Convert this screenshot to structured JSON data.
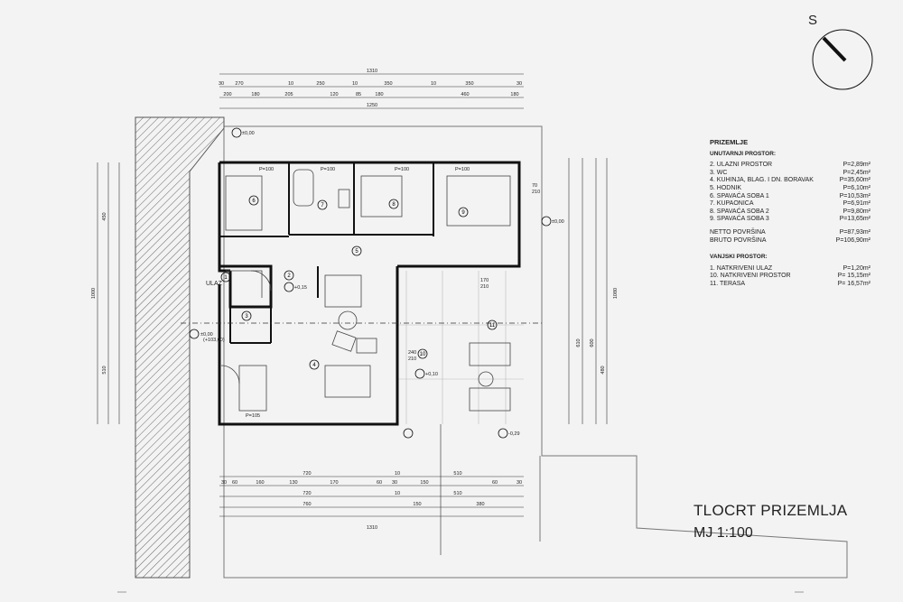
{
  "title": "TLOCRT PRIZEMLJA",
  "scale": "MJ 1:100",
  "north_letter": "S",
  "legend": {
    "heading": "PRIZEMLJE",
    "inner_heading": "UNUTARNJI PROSTOR:",
    "inner_items": [
      {
        "name": "2. ULAZNI PROSTOR",
        "area": "P=2,89m²"
      },
      {
        "name": "3. WC",
        "area": "P=2,45m²"
      },
      {
        "name": "4. KUHINJA, BLAG. I DN. BORAVAK",
        "area": "P=35,60m²"
      },
      {
        "name": "5. HODNIK",
        "area": "P=6,10m²"
      },
      {
        "name": "6. SPAVAĆA SOBA 1",
        "area": "P=10,53m²"
      },
      {
        "name": "7. KUPAONICA",
        "area": "P=6,91m²"
      },
      {
        "name": "8. SPAVAĆA SOBA 2",
        "area": "P=9,80m²"
      },
      {
        "name": "9. SPAVAĆA SOBA 3",
        "area": "P=13,65m²"
      }
    ],
    "netto": {
      "name": "NETTO POVRŠINA",
      "area": "P=87,93m²"
    },
    "brutto": {
      "name": "BRUTO POVRŠINA",
      "area": "P=106,90m²"
    },
    "outer_heading": "VANJSKI PROSTOR:",
    "outer_items": [
      {
        "name": "1. NATKRIVENI ULAZ",
        "area": "P=1,20m²"
      },
      {
        "name": "10. NATKRIVENI PROSTOR",
        "area": "P= 15,15m²"
      },
      {
        "name": "11. TERASA",
        "area": "P= 16,57m²"
      }
    ]
  },
  "plan": {
    "room_numbers": [
      "1",
      "2",
      "3",
      "4",
      "5",
      "6",
      "7",
      "8",
      "9",
      "10",
      "11"
    ],
    "ulaz_label": "ULAZ",
    "levels": [
      "±0,00",
      "±0,00",
      "±0,00",
      "+0,15",
      "+0,10",
      "+0,10",
      "-0,29",
      "(+103,60)"
    ],
    "parapets": [
      "P=100",
      "P=100",
      "P=100",
      "P=100",
      "P=105"
    ],
    "dims_top_total": "1310",
    "dims_top_row1": [
      "30",
      "270",
      "10",
      "250",
      "10",
      "350",
      "10",
      "350",
      "30"
    ],
    "dims_top_row2": [
      "200",
      "180",
      "205",
      "120",
      "85",
      "180",
      "460",
      "180"
    ],
    "dims_top_row3": "1250",
    "dims_bottom_row1": [
      "720",
      "10",
      "510"
    ],
    "dims_bottom_row2": [
      "30",
      "60",
      "160",
      "130",
      "170",
      "60",
      "30",
      "150",
      "60",
      "30"
    ],
    "dims_bottom_row3": [
      "720",
      "10",
      "510"
    ],
    "dims_bottom_row4": [
      "760",
      "150",
      "380"
    ],
    "dims_bottom_total": "1310",
    "dims_left_total": "1000",
    "dims_left_upper": "450",
    "dims_left_lower": "510",
    "dims_right_total": "1080",
    "dims_right_a": "610",
    "dims_right_b": "600",
    "dims_right_c": "480",
    "door_a": "170\n210",
    "door_b": "70\n210",
    "door_c": "240\n210"
  }
}
